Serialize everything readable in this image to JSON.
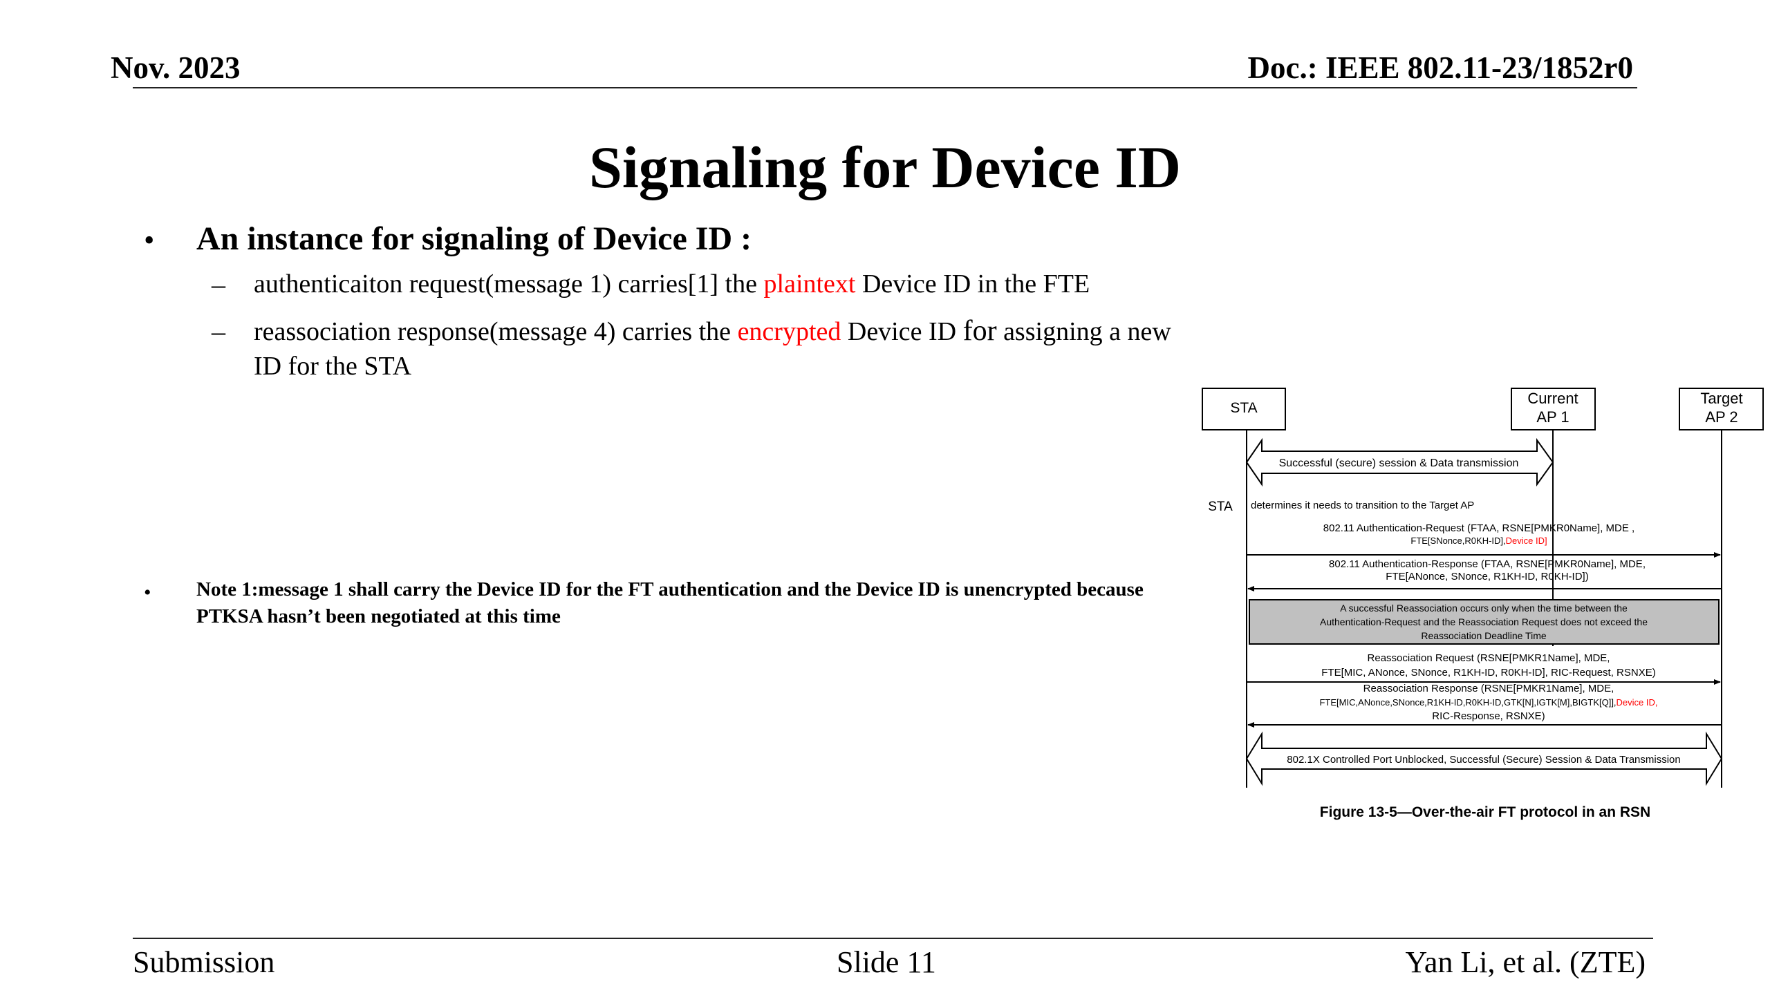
{
  "header": {
    "date": "Nov. 2023",
    "doc": "Doc.: IEEE 802.11-23/1852r0"
  },
  "title": "Signaling for Device ID",
  "bullet1": "An instance for signaling of Device ID :",
  "sub1": {
    "a": "authenticaiton request(message 1) carries[1] the ",
    "red": "plaintext",
    "b": " Device ID in the FTE"
  },
  "sub2": {
    "a": "reassociation response(message 4) carries the ",
    "red": "encrypted",
    "b": " Device ID ",
    "c": "for",
    "d": " assigning a new ID for the STA"
  },
  "note": "Note 1:message 1 shall carry the Device ID for the FT authentication and the Device ID is unencrypted because PTKSA hasn’t been negotiated at this time",
  "figure": {
    "sta": "STA",
    "current_ap": [
      "Current",
      "AP 1"
    ],
    "target_ap": [
      "Target",
      "AP 2"
    ],
    "session": "Successful (secure) session & Data transmission",
    "sta_label": "STA",
    "determines": "determines it needs to transition to the Target AP",
    "auth_req": "802.11 Authentication-Request (FTAA,  RSNE[PMKR0Name], MDE ,",
    "auth_req2": "FTE[SNonce,R0KH-ID],",
    "device_id": "Device ID]",
    "auth_resp": "802.11 Authentication-Response (FTAA, RSNE[PMKR0Name], MDE,",
    "auth_resp2": "FTE[ANonce, SNonce, R1KH-ID, R0KH-ID])",
    "deadline": [
      "A successful Reassociation occurs only when the time between the",
      "Authentication-Request and the Reassociation Request does not exceed the",
      "Reassociation Deadline Time"
    ],
    "reassoc_req": "Reassociation Request (RSNE[PMKR1Name], MDE,",
    "reassoc_req2": "FTE[MIC, ANonce, SNonce, R1KH-ID, R0KH-ID], RIC-Request, RSNXE)",
    "reassoc_resp": "Reassociation Response (RSNE[PMKR1Name], MDE,",
    "reassoc_resp2": "FTE[MIC,ANonce,SNonce,R1KH-ID,R0KH-ID,GTK[N],IGTK[M],BIGTK[Q]],",
    "device_id2": "Device ID,",
    "reassoc_resp3": "RIC-Response, RSNXE)",
    "unblocked": "802.1X Controlled Port Unblocked, Successful (Secure) Session & Data Transmission",
    "caption": "Figure 13-5—Over-the-air FT protocol in an RSN"
  },
  "footer": {
    "left": "Submission",
    "center": "Slide 11",
    "right": "Yan Li, et al. (ZTE)"
  }
}
